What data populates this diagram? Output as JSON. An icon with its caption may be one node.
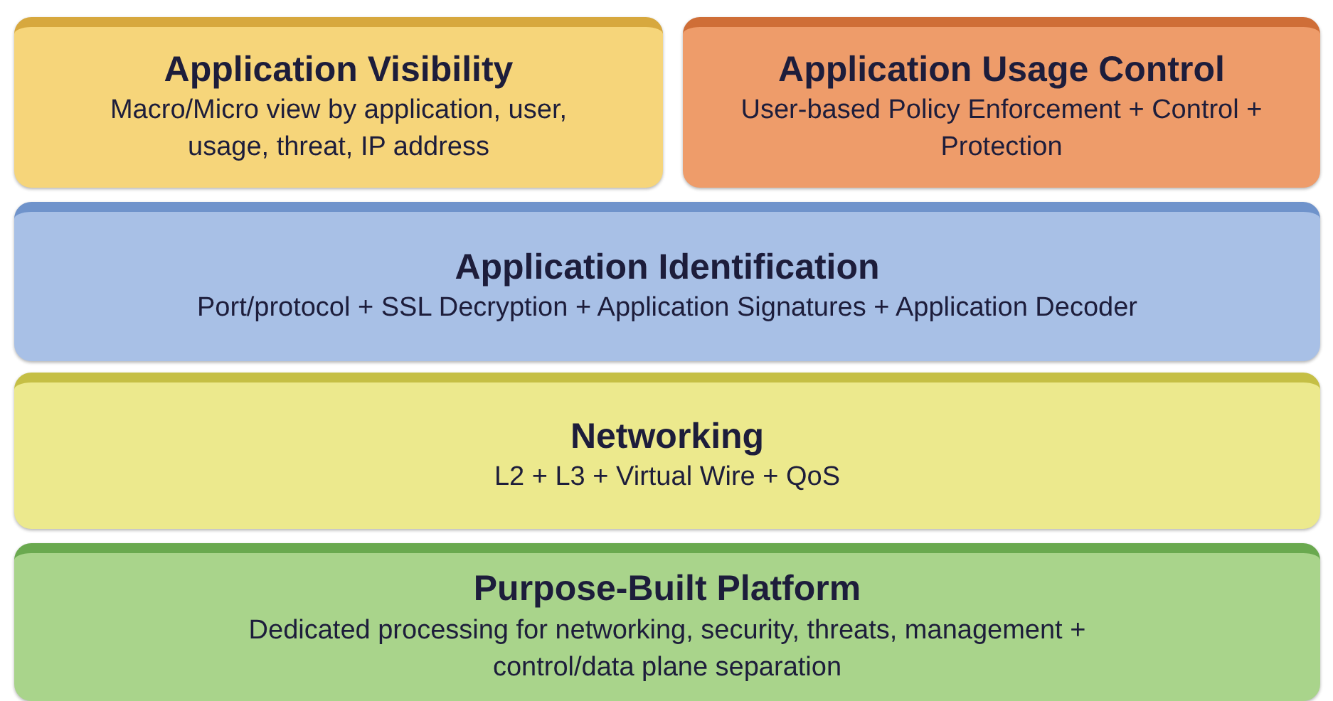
{
  "diagram": {
    "nodes": [
      {
        "text": [
          "Application Visibility",
          "Macro/Micro view by application, user, usage, threat, IP address"
        ]
      },
      {
        "text": [
          "Application Usage Control",
          "User-based Policy Enforcement + Control + Protection"
        ]
      },
      {
        "text": [
          "Application Identification",
          "Port/protocol + SSL Decryption + Application Signatures + Application Decoder"
        ]
      },
      {
        "text": [
          "Networking",
          "L2 + L3 + Virtual Wire + QoS"
        ]
      },
      {
        "text": [
          "Purpose-Built Platform",
          "Dedicated processing for networking, security, threats, management + control/data plane separation"
        ]
      }
    ]
  }
}
